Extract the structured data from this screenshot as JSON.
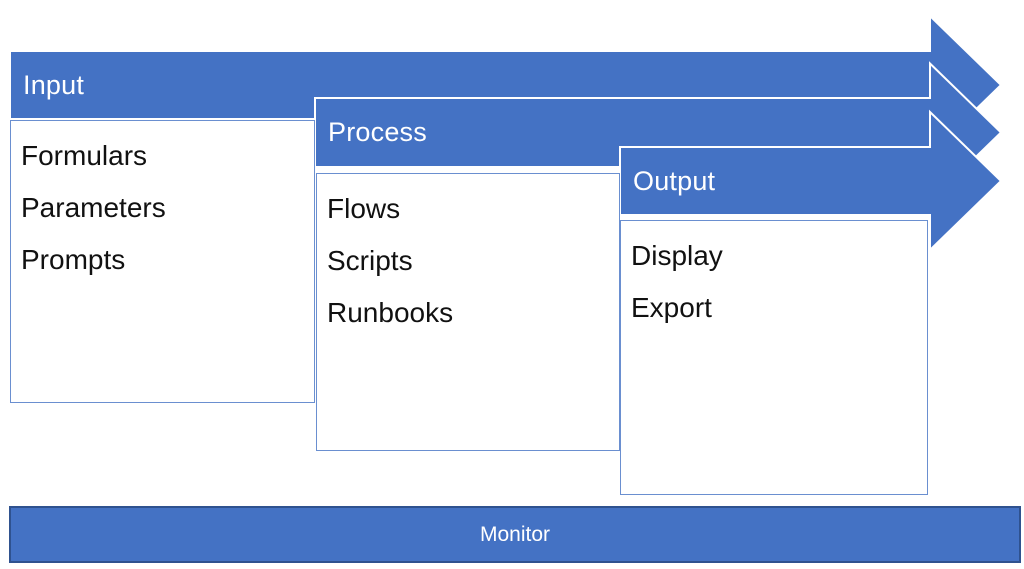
{
  "diagram": {
    "type": "process-flow",
    "stages": [
      {
        "label": "Input",
        "items": [
          "Formulars",
          "Parameters",
          "Prompts"
        ]
      },
      {
        "label": "Process",
        "items": [
          "Flows",
          "Scripts",
          "Runbooks"
        ]
      },
      {
        "label": "Output",
        "items": [
          "Display",
          "Export"
        ]
      }
    ],
    "monitor": {
      "label": "Monitor"
    }
  },
  "colors": {
    "arrow_fill": "#4472C4",
    "arrow_outline": "#FFFFFF",
    "box_border": "#6A8FD0",
    "box_fill": "#FFFFFF",
    "monitor_fill": "#4472C4",
    "monitor_border": "#2F528F",
    "header_text": "#FFFFFF",
    "item_text": "#111111"
  }
}
